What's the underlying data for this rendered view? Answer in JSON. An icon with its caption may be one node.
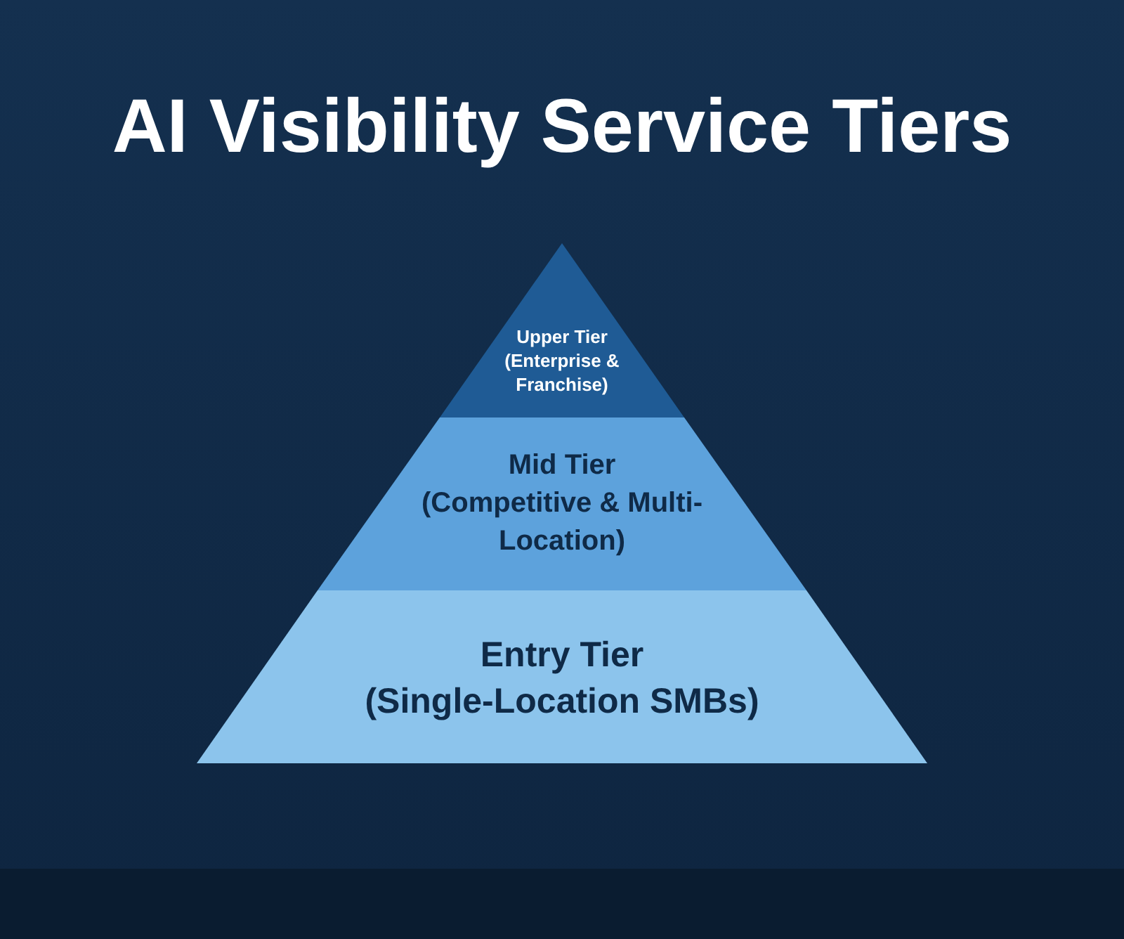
{
  "diagram": {
    "title": "AI Visibility Service Tiers",
    "nodes": [
      {
        "text": [
          "Upper Tier",
          "(Enterprise & Franchise)"
        ]
      },
      {
        "text": [
          "Mid Tier",
          "(Competitive & Multi-Location)"
        ]
      },
      {
        "text": [
          "Entry Tier",
          "(Single-Location SMBs)"
        ]
      }
    ]
  }
}
